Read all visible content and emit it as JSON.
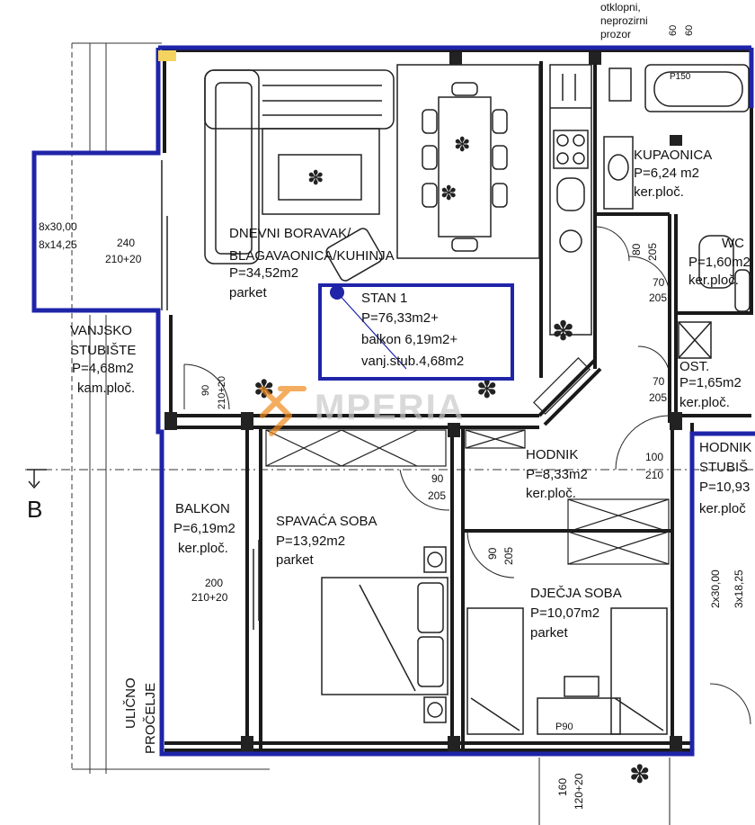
{
  "top_note": [
    "otklopni,",
    "neprozirni",
    "prozor"
  ],
  "top_dims": [
    "60",
    "60"
  ],
  "stairs_dims": [
    "8x30,00",
    "8x14,25"
  ],
  "window_dims_left": [
    "240",
    "210+20"
  ],
  "living": [
    "DNEVNI BORAVAK/",
    "BLAGAVAONICA/KUHINJA",
    "P=34,52m2",
    "parket"
  ],
  "apartment_box": [
    "STAN 1",
    "P=76,33m2+",
    "balkon 6,19m2+",
    "vanj.stub.4,68m2"
  ],
  "vanjsko": [
    "VANJSKO",
    "STUBIŠTE",
    "P=4,68m2",
    "kam.ploč."
  ],
  "door_90_left": [
    "90",
    "210+20"
  ],
  "kupaonica": [
    "KUPAONICA",
    "P=6,24 m2",
    "ker.ploč."
  ],
  "bath_label": "P150",
  "wc": [
    "WC",
    "P=1,60m2",
    "ker.ploč."
  ],
  "ost": [
    "OST.",
    "P=1,65m2",
    "ker.ploč."
  ],
  "door_80": [
    "80",
    "205"
  ],
  "door_70a": [
    "70",
    "205"
  ],
  "door_70b": [
    "70",
    "205"
  ],
  "hodnik": [
    "HODNIK",
    "P=8,33m2",
    "ker.ploč."
  ],
  "door_100": [
    "100",
    "210"
  ],
  "hodnik2": [
    "HODNIK",
    "STUBIŠ",
    "P=10,93",
    "ker.ploč"
  ],
  "section_label": "B",
  "balkon": [
    "BALKON",
    "P=6,19m2",
    "ker.ploč."
  ],
  "door_200": [
    "200",
    "210+20"
  ],
  "spavaca": [
    "SPAVAĆA SOBA",
    "P=13,92m2",
    "parket"
  ],
  "door_90a": [
    "90",
    "205"
  ],
  "door_90b": [
    "90",
    "205"
  ],
  "djecja": [
    "DJEČJA SOBA",
    "P=10,07m2",
    "parket"
  ],
  "p90": "P90",
  "right_dims": [
    "2x30,00",
    "3x18,25"
  ],
  "ulicno": [
    "ULIČNO",
    "PROČELJE"
  ],
  "bottom_dims": [
    "160",
    "120+20"
  ],
  "watermark": "MPERIA",
  "colors": {
    "outline": "#1f24a8",
    "wall": "#1a1a1a",
    "logo": "#f08a1c"
  }
}
